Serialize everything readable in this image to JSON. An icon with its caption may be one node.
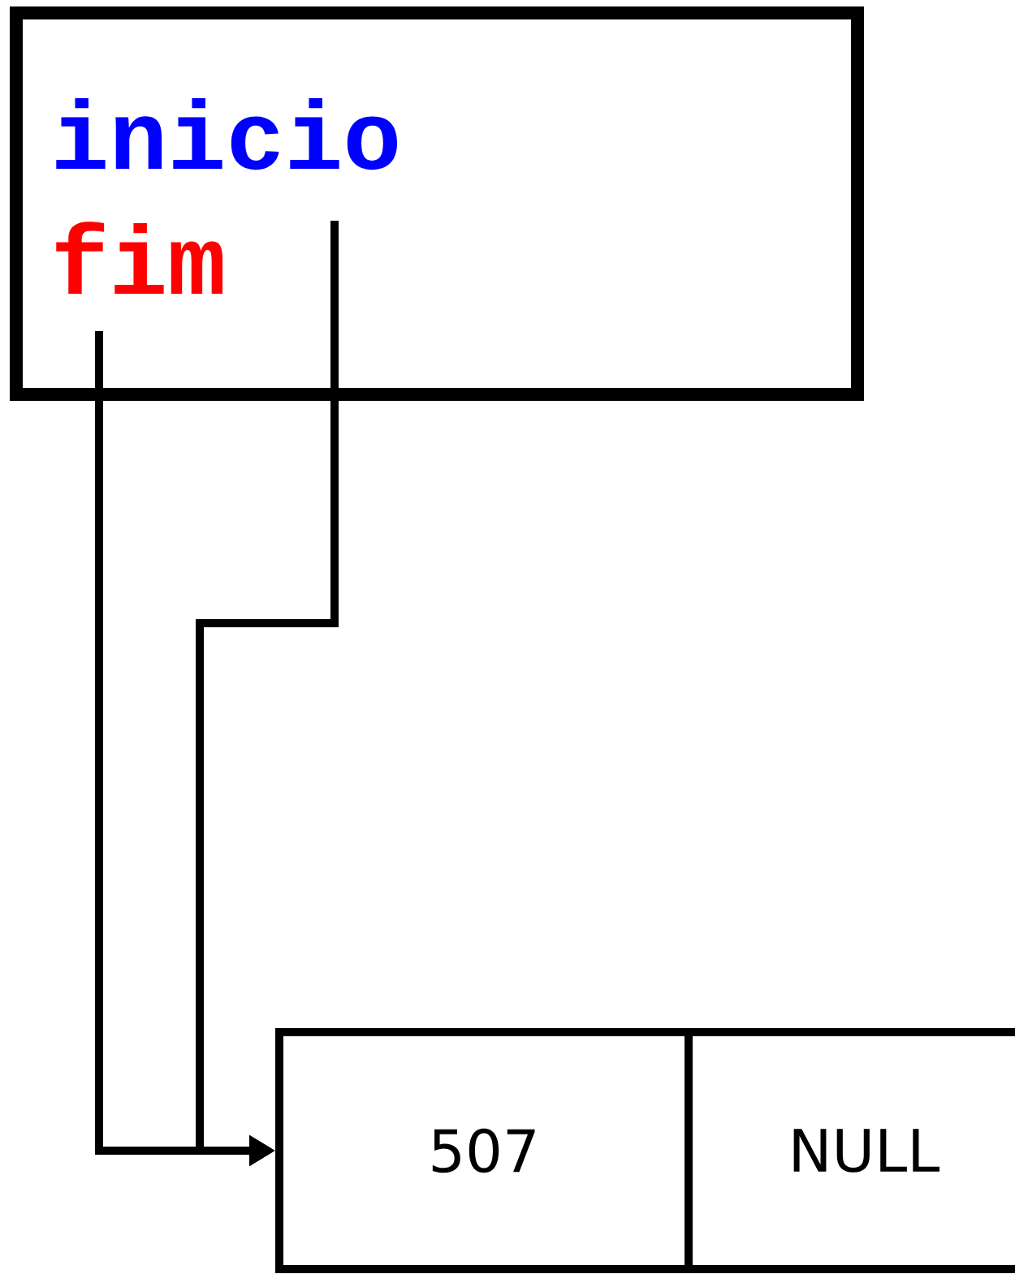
{
  "diagram": {
    "nodes": [
      {
        "text": [],
        "shape": "box"
      },
      {
        "text": [
          "inicio"
        ],
        "in": 0
      },
      {
        "text": [
          "fim"
        ],
        "in": 0
      },
      {
        "text": [
          "507"
        ]
      },
      {
        "text": [
          "NULL"
        ]
      }
    ],
    "edges": [
      {
        "from": 1,
        "to": 3,
        "arrow": "to"
      },
      {
        "from": 2,
        "to": 3,
        "arrow": "to"
      }
    ]
  }
}
